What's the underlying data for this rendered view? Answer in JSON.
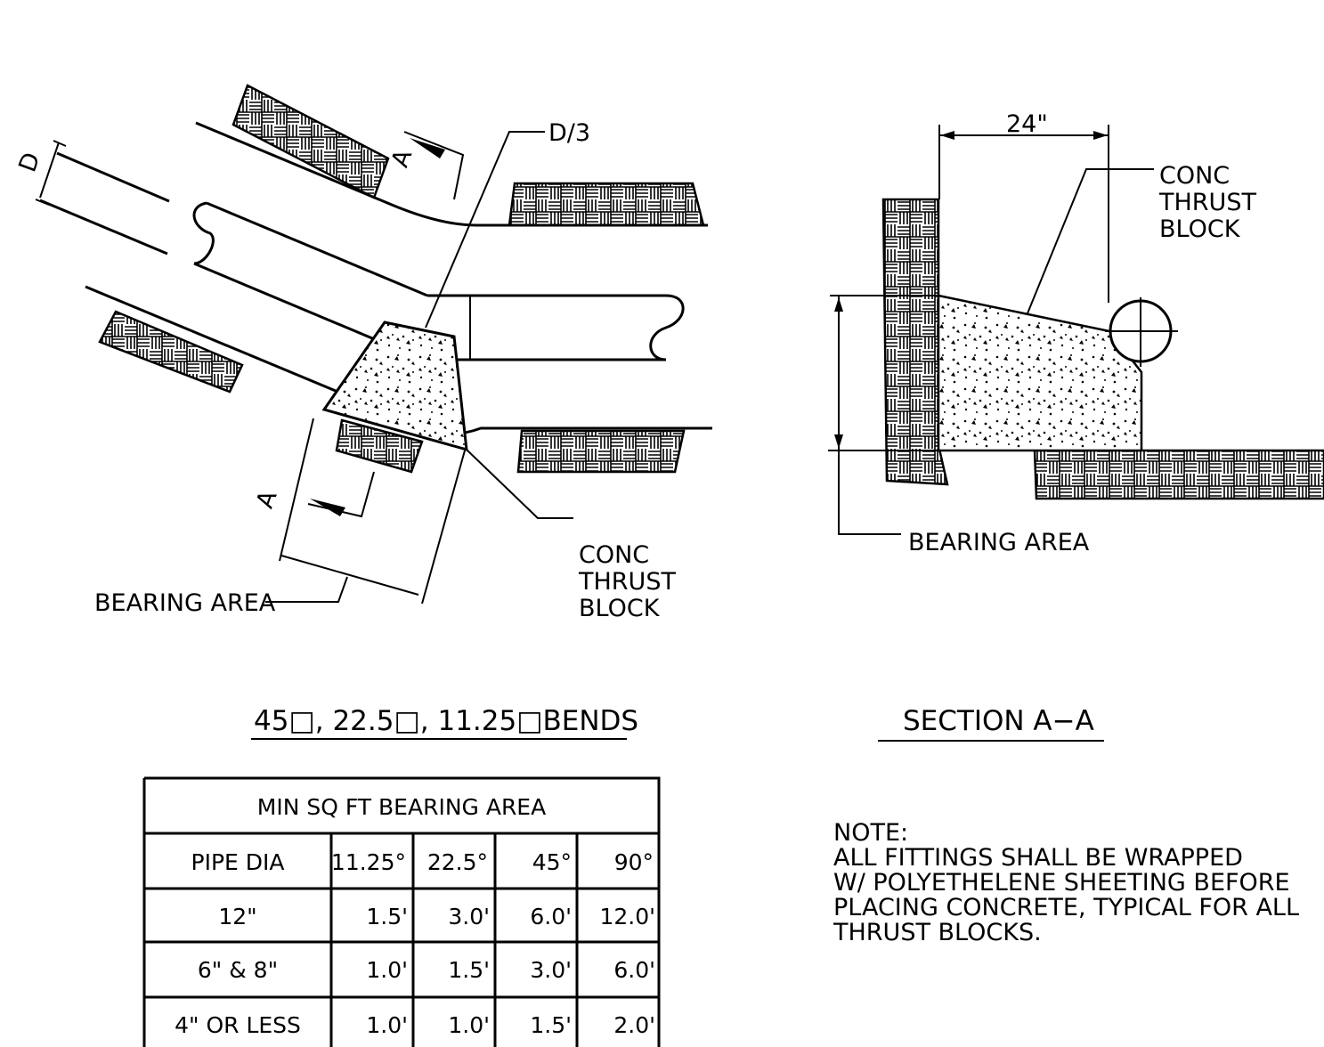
{
  "plan_view": {
    "diameter_label": "D",
    "d3_label": "D/3",
    "section_cut_label": "A",
    "bearing_area_label": "BEARING AREA",
    "thrust_block_label": [
      "CONC",
      "THRUST",
      "BLOCK"
    ],
    "title": "45□, 22.5□, 11.25□BENDS"
  },
  "section_view": {
    "dimension_label": "24\"",
    "thrust_block_label": [
      "CONC",
      "THRUST",
      "BLOCK"
    ],
    "bearing_area_label": "BEARING AREA",
    "title": "SECTION A−A"
  },
  "bearing_table": {
    "title": "MIN SQ FT BEARING AREA",
    "columns": [
      "PIPE DIA",
      "11.25°",
      "22.5°",
      "45°",
      "90°"
    ],
    "rows": [
      [
        "12\"",
        "1.5'",
        "3.0'",
        "6.0'",
        "12.0'"
      ],
      [
        "6\" & 8\"",
        "1.0'",
        "1.5'",
        "3.0'",
        "6.0'"
      ],
      [
        "4\" OR LESS",
        "1.0'",
        "1.0'",
        "1.5'",
        "2.0'"
      ]
    ]
  },
  "note": {
    "heading": "NOTE:",
    "lines": [
      "ALL FITTINGS SHALL BE WRAPPED",
      "W/ POLYETHELENE SHEETING BEFORE",
      "PLACING CONCRETE, TYPICAL FOR ALL",
      "THRUST BLOCKS."
    ]
  }
}
